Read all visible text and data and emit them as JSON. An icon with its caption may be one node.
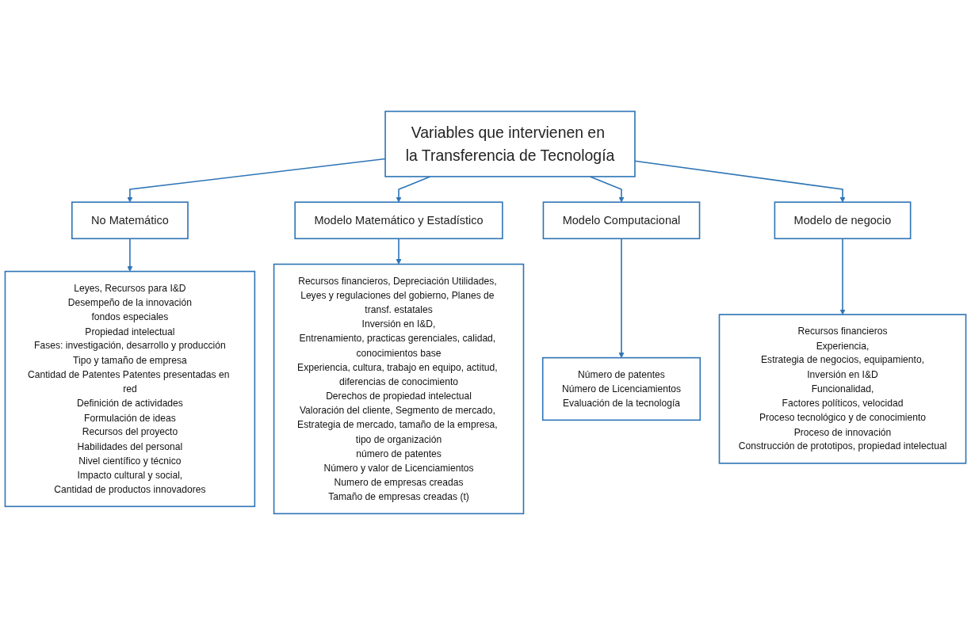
{
  "diagram": {
    "nodes": [
      {
        "text": [
          "Variables que intervienen en la Transferencia de Tecnología"
        ]
      },
      {
        "text": [
          "No Matemático"
        ]
      },
      {
        "text": [
          "Modelo Matemático y Estadístico"
        ]
      },
      {
        "text": [
          "Modelo Computacional"
        ]
      },
      {
        "text": [
          "Modelo de negocio"
        ]
      },
      {
        "text": [
          "Leyes, Recursos para I&D",
          "Desempeño de la innovación",
          "fondos especiales",
          "Propiedad intelectual",
          "Fases: investigación, desarrollo y producción",
          "Tipo y tamaño de empresa",
          "Cantidad de Patentes Patentes presentadas en red",
          "Definición de actividades",
          "Formulación de ideas",
          "Recursos del proyecto",
          "Habilidades del personal",
          "Nivel científico y técnico",
          "Impacto cultural y social,",
          "Cantidad de productos innovadores"
        ]
      },
      {
        "text": [
          "Recursos financieros, Depreciación Utilidades, Leyes y regulaciones del gobierno, Planes de transf. estatales",
          "Inversión en I&D,",
          "Entrenamiento, practicas gerenciales, calidad, conocimientos base",
          "Experiencia, cultura, trabajo en equipo, actitud, diferencias de conocimiento",
          "Derechos de propiedad intelectual",
          "Valoración del cliente, Segmento de mercado, Estrategia de mercado, tamaño de la empresa, tipo de organización",
          "número de patentes",
          "Número y valor de Licenciamientos",
          "Numero de empresas creadas",
          "Tamaño de empresas creadas (t)"
        ]
      },
      {
        "text": [
          "Número de patentes",
          "Número de Licenciamientos",
          "Evaluación de la tecnología"
        ]
      },
      {
        "text": [
          "Recursos financieros",
          "Experiencia,",
          "Estrategia de negocios, equipamiento,",
          "Inversión en I&D",
          "Funcionalidad,",
          "Factores políticos, velocidad",
          "Proceso tecnológico y de conocimiento",
          "Proceso de innovación",
          "Construcción de prototipos, propiedad intelectual"
        ]
      }
    ],
    "edges": [
      {
        "from": 0,
        "to": 1,
        "arrow": "to"
      },
      {
        "from": 0,
        "to": 2,
        "arrow": "to"
      },
      {
        "from": 0,
        "to": 3,
        "arrow": "to"
      },
      {
        "from": 0,
        "to": 4,
        "arrow": "to"
      },
      {
        "from": 1,
        "to": 5,
        "arrow": "to"
      },
      {
        "from": 2,
        "to": 6,
        "arrow": "to"
      },
      {
        "from": 3,
        "to": 7,
        "arrow": "to"
      },
      {
        "from": 4,
        "to": 8,
        "arrow": "to"
      }
    ]
  }
}
